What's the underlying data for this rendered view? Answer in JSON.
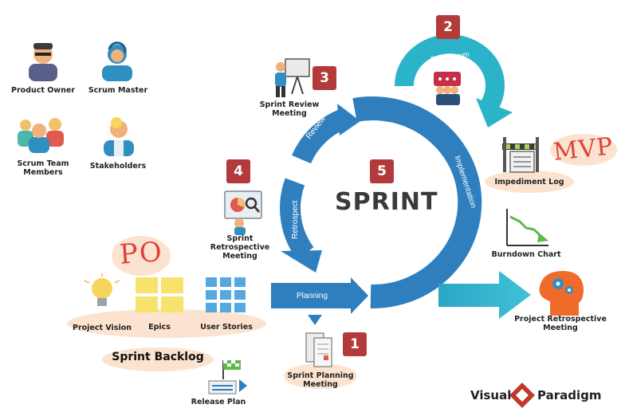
{
  "roles": {
    "product_owner": "Product Owner",
    "scrum_master": "Scrum Master",
    "scrum_team_members": "Scrum Team\nMembers",
    "stakeholders": "Stakeholders"
  },
  "cycle": {
    "title": "SPRINT",
    "review": "Review",
    "retrospect": "Retrospect",
    "implementation": "Implementation",
    "planning": "Planning",
    "daily_scrum": "Daily Scrum"
  },
  "steps": {
    "n1": "1",
    "n2": "2",
    "n3": "3",
    "n4": "4",
    "n5": "5"
  },
  "artifacts": {
    "sprint_review_meeting": "Sprint Review\nMeeting",
    "sprint_retrospective_meeting_left": "Sprint Retrospective\nMeeting",
    "impediment_log": "Impediment Log",
    "burndown_chart": "Burndown Chart",
    "project_retrospective_meeting": "Project Retrospective\nMeeting",
    "sprint_planning_meeting": "Sprint Planning\nMeeting",
    "project_vision": "Project Vision",
    "epics": "Epics",
    "user_stories": "User Stories",
    "sprint_backlog": "Sprint Backlog",
    "release_plan": "Release Plan"
  },
  "handwriting": {
    "po": "PO",
    "mvp": "MVP"
  },
  "brand": {
    "visual": "Visual",
    "paradigm": "Paradigm"
  },
  "colors": {
    "blue": "#2f7fbf",
    "teal": "#2bb3c9",
    "red_badge": "#b23a3a",
    "blob": "#fbe3cf"
  }
}
